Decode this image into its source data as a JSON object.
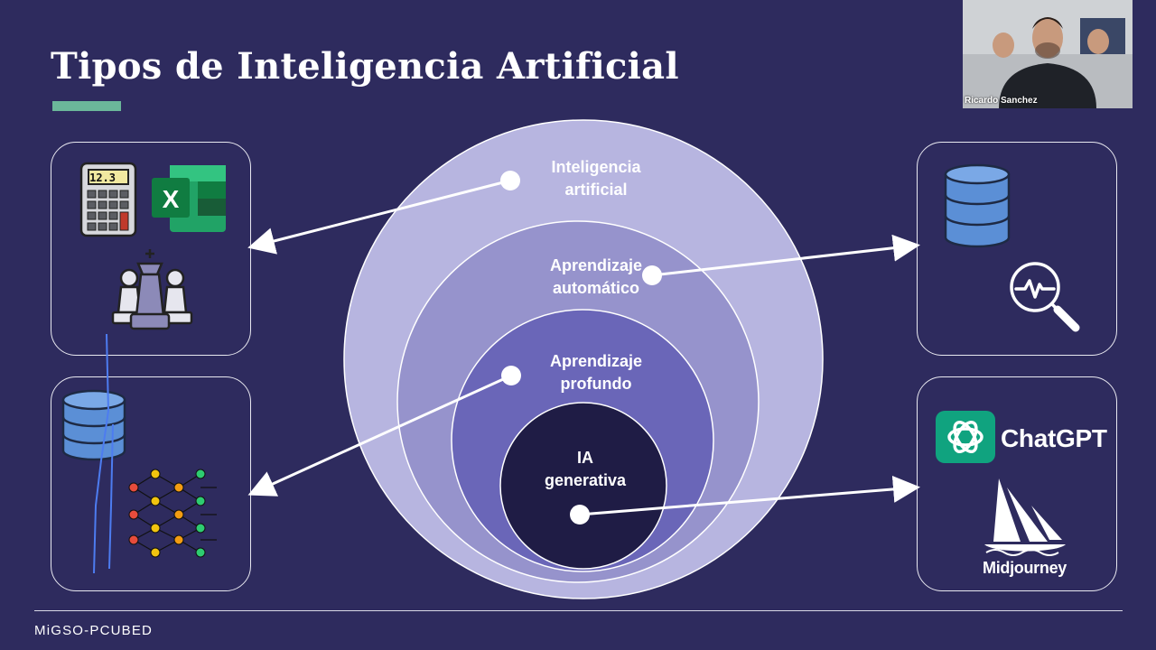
{
  "slide": {
    "title": "Tipos de Inteligencia Artificial",
    "brand": "MiGSO-PCUBED"
  },
  "diagram": {
    "rings": [
      {
        "label": "Inteligencia\nartificial",
        "color": "#b7b5e0"
      },
      {
        "label": "Aprendizaje\nautomático",
        "color": "#9693cc"
      },
      {
        "label": "Aprendizaje\nprofundo",
        "color": "#6a66b8"
      },
      {
        "label": "IA\ngenerativa",
        "color": "#1f1c45"
      }
    ]
  },
  "panels": {
    "top_right_icons": [
      "database-icon",
      "search-pulse-icon"
    ],
    "top_left_icons": [
      "calculator-icon",
      "excel-icon",
      "chess-icon"
    ],
    "bottom_left_icons": [
      "database-icon",
      "neural-network-icon"
    ],
    "bottom_right": {
      "chatgpt_label": "ChatGPT",
      "midjourney_label": "Midjourney"
    },
    "calculator_display": "12.3",
    "excel_letter": "X"
  },
  "webcam": {
    "participant_name": "Ricardo Sanchez"
  },
  "colors": {
    "background": "#2e2b5e",
    "accent_bar": "#6bb79a",
    "chatgpt_green": "#10a37f",
    "excel_green": "#1d6f42",
    "database_blue": "#5b8fd6"
  }
}
